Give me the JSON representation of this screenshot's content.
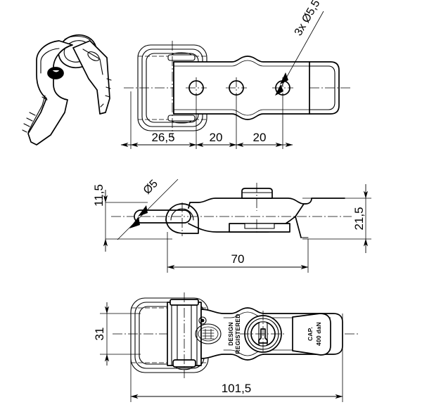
{
  "drawing": {
    "title": "Toggle latch with lock - technical drawing",
    "background_color": "#ffffff",
    "line_color": "#000000",
    "units": "mm"
  },
  "views": [
    {
      "id": "key-illustration",
      "name": "keys-with-ring",
      "description": "Two keys on a split ring"
    },
    {
      "id": "top-view",
      "name": "plan-view",
      "description": "Plan view of latch plate with three mounting holes"
    },
    {
      "id": "side-view",
      "name": "elevation-view",
      "description": "Side elevation showing hook and body profile"
    },
    {
      "id": "bottom-view",
      "name": "underside-view",
      "description": "Underside view showing lock cylinder and markings"
    }
  ],
  "dimensions": {
    "top": [
      {
        "name": "dim-26-5",
        "value": "26,5"
      },
      {
        "name": "dim-20-a",
        "value": "20"
      },
      {
        "name": "dim-20-b",
        "value": "20"
      }
    ],
    "side": [
      {
        "name": "dim-11-5",
        "value": "11,5"
      },
      {
        "name": "dim-21-5",
        "value": "21,5"
      },
      {
        "name": "dim-70",
        "value": "70"
      }
    ],
    "bottom": [
      {
        "name": "dim-31",
        "value": "31"
      },
      {
        "name": "dim-101-5",
        "value": "101,5"
      }
    ]
  },
  "callouts": [
    {
      "name": "hole-callout",
      "value": "3x Ø5,5"
    },
    {
      "name": "pin-callout",
      "value": "Ø5"
    }
  ],
  "markings": {
    "design_registered_line1": "DESIGN",
    "design_registered_line2": "REGISTERED",
    "capacity_line1": "CAP.",
    "capacity_line2": "400 daN"
  }
}
